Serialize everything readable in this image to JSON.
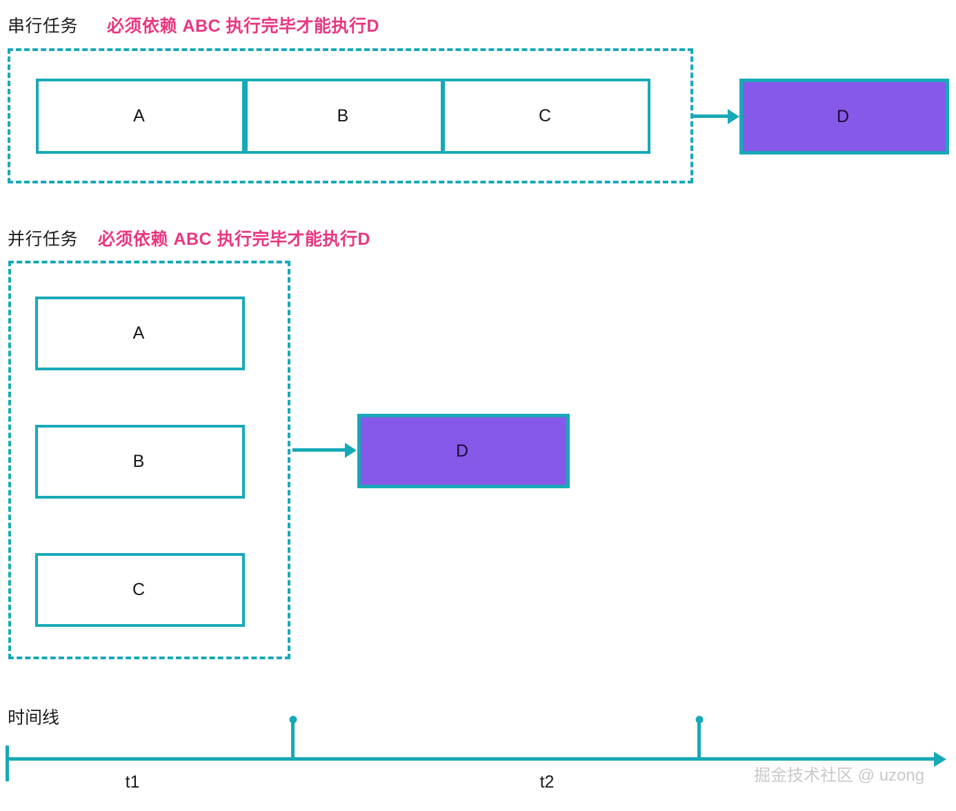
{
  "serial": {
    "title_black": "串行任务",
    "title_pink": "必须依赖 ABC 执行完毕才能执行D",
    "tasks": [
      {
        "label": "A"
      },
      {
        "label": "B"
      },
      {
        "label": "C"
      }
    ],
    "result_task": {
      "label": "D"
    }
  },
  "parallel": {
    "title_black": "并行任务",
    "title_pink": "必须依赖 ABC 执行完毕才能执行D",
    "tasks": [
      {
        "label": "A"
      },
      {
        "label": "B"
      },
      {
        "label": "C"
      }
    ],
    "result_task": {
      "label": "D"
    }
  },
  "timeline": {
    "label": "时间线",
    "intervals": [
      {
        "label": "t1"
      },
      {
        "label": "t2"
      }
    ]
  },
  "watermark": {
    "text": "掘金技术社区 @ uzong"
  },
  "colors": {
    "teal": "#17a9b8",
    "purple": "#8659e8",
    "pink": "#ea3680",
    "text": "#1b1b1b",
    "background": "#ffffff",
    "watermark": "#c9c9c9"
  }
}
